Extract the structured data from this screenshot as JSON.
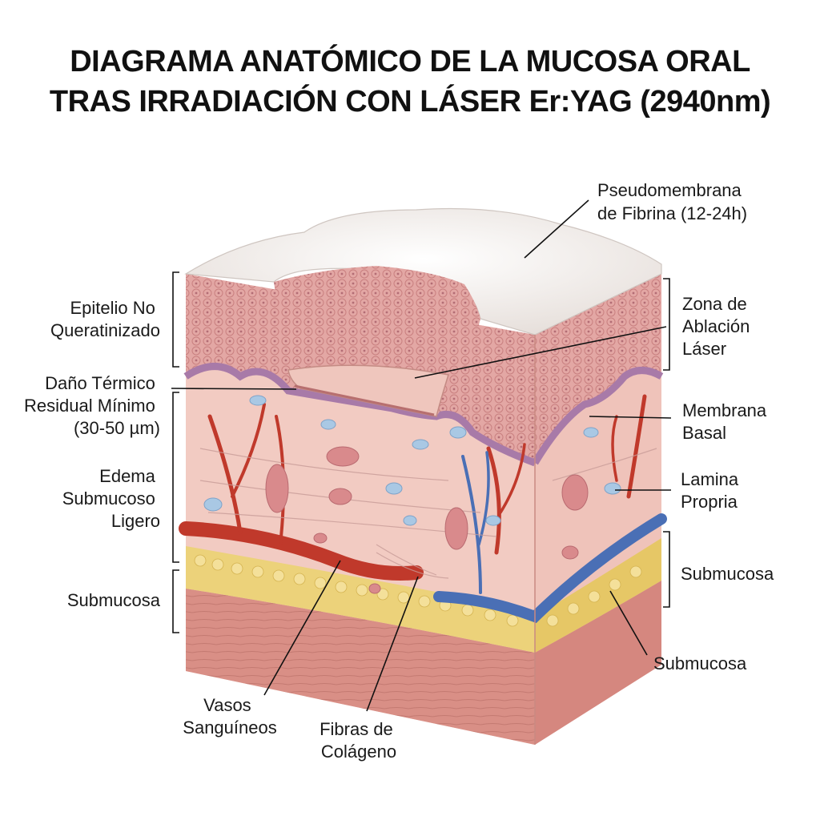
{
  "title": {
    "line1": "DIAGRAMA ANATÓMICO DE LA MUCOSA ORAL",
    "line2": "TRAS IRRADIACIÓN CON LÁSER Er:YAG (2940nm)"
  },
  "labels": {
    "pseudomembrana": [
      "Pseudomembrana",
      "de Fibrina (12-24h)"
    ],
    "zona_ablacion": [
      "Zona de",
      "Ablación",
      "Láser"
    ],
    "membrana_basal": [
      "Membrana",
      "Basal"
    ],
    "lamina_propria": [
      "Lamina",
      "Propria"
    ],
    "submucosa_right_upper": [
      "Submucosa"
    ],
    "submucosa_right_lower": [
      "Submucosa"
    ],
    "epitelio": [
      "Epitelio No",
      "Queratinizado"
    ],
    "dano_termico": [
      "Daño Térmico",
      "Residual Mínimo",
      "(30-50 µm)"
    ],
    "edema": [
      "Edema",
      "Submucoso",
      "Ligero"
    ],
    "submucosa_left": [
      "Submucosa"
    ],
    "vasos": [
      "Vasos",
      "Sanguíneos"
    ],
    "fibras": [
      "Fibras de",
      "Colágeno"
    ]
  },
  "colors": {
    "fibrin": "#f1ece8",
    "epithelium": "#dc9a9a",
    "basal_layer": "#b78cb5",
    "lamina": "#f1c8bf",
    "fat": "#ecd27a",
    "muscle": "#d98f86",
    "artery": "#c0392b",
    "vein": "#4a6fb5"
  }
}
